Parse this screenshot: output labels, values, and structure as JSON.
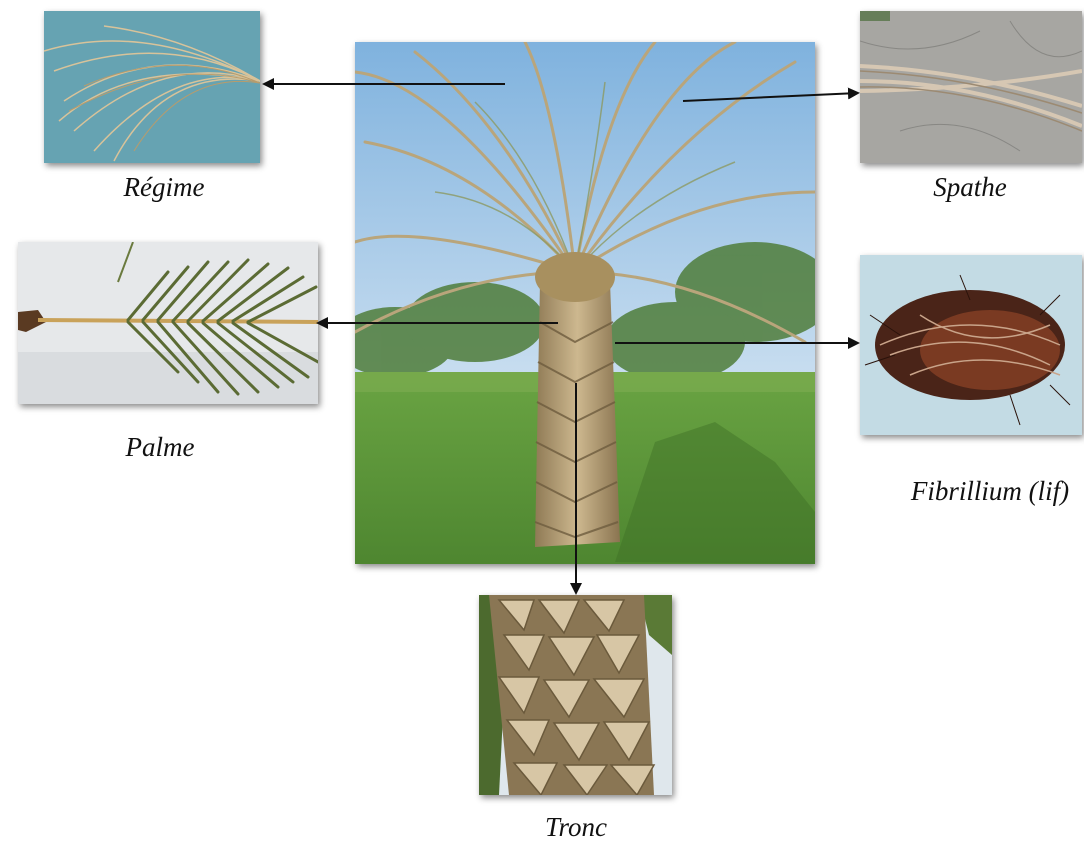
{
  "labels": {
    "regime": "Régime",
    "spathe": "Spathe",
    "palme": "Palme",
    "fibrillium": "Fibrillium (lif)",
    "tronc": "Tronc"
  },
  "colors": {
    "arrow": "#111111",
    "sky": "#9ec7e8",
    "grass": "#5f9a3a",
    "trunk": "#b9a27a"
  }
}
